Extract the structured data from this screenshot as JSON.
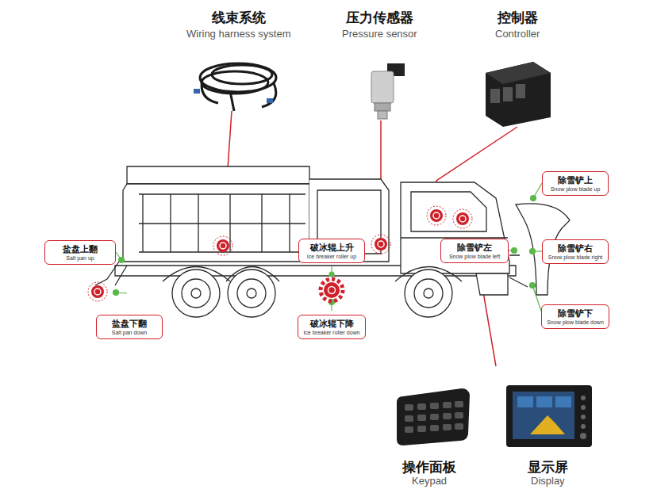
{
  "diagram": {
    "nodes": [
      {
        "text": [
          "盐盘上翻",
          "Salt pan up"
        ]
      },
      {
        "text": [
          "破冰辊上升",
          "Ice breaker roller up"
        ]
      },
      {
        "text": [
          "除雪铲左",
          "Snow plow blade left"
        ]
      },
      {
        "text": [
          "除雪铲上",
          "Snow plow blade up"
        ]
      },
      {
        "text": [
          "除雪铲右",
          "Snow plow blade right"
        ]
      },
      {
        "text": [
          "盐盘下翻",
          "Salt pan down"
        ]
      },
      {
        "text": [
          "破冰辊下降",
          "Ice breaker roller down"
        ]
      },
      {
        "text": [
          "除雪铲下",
          "Snow plow blade down"
        ]
      }
    ],
    "labels": [
      "线束系统",
      "Wiring harness system",
      "压力传感器",
      "Pressure sensor",
      "控制器",
      "Controller",
      "操作面板",
      "Keypad",
      "显示屏",
      "Display"
    ]
  }
}
